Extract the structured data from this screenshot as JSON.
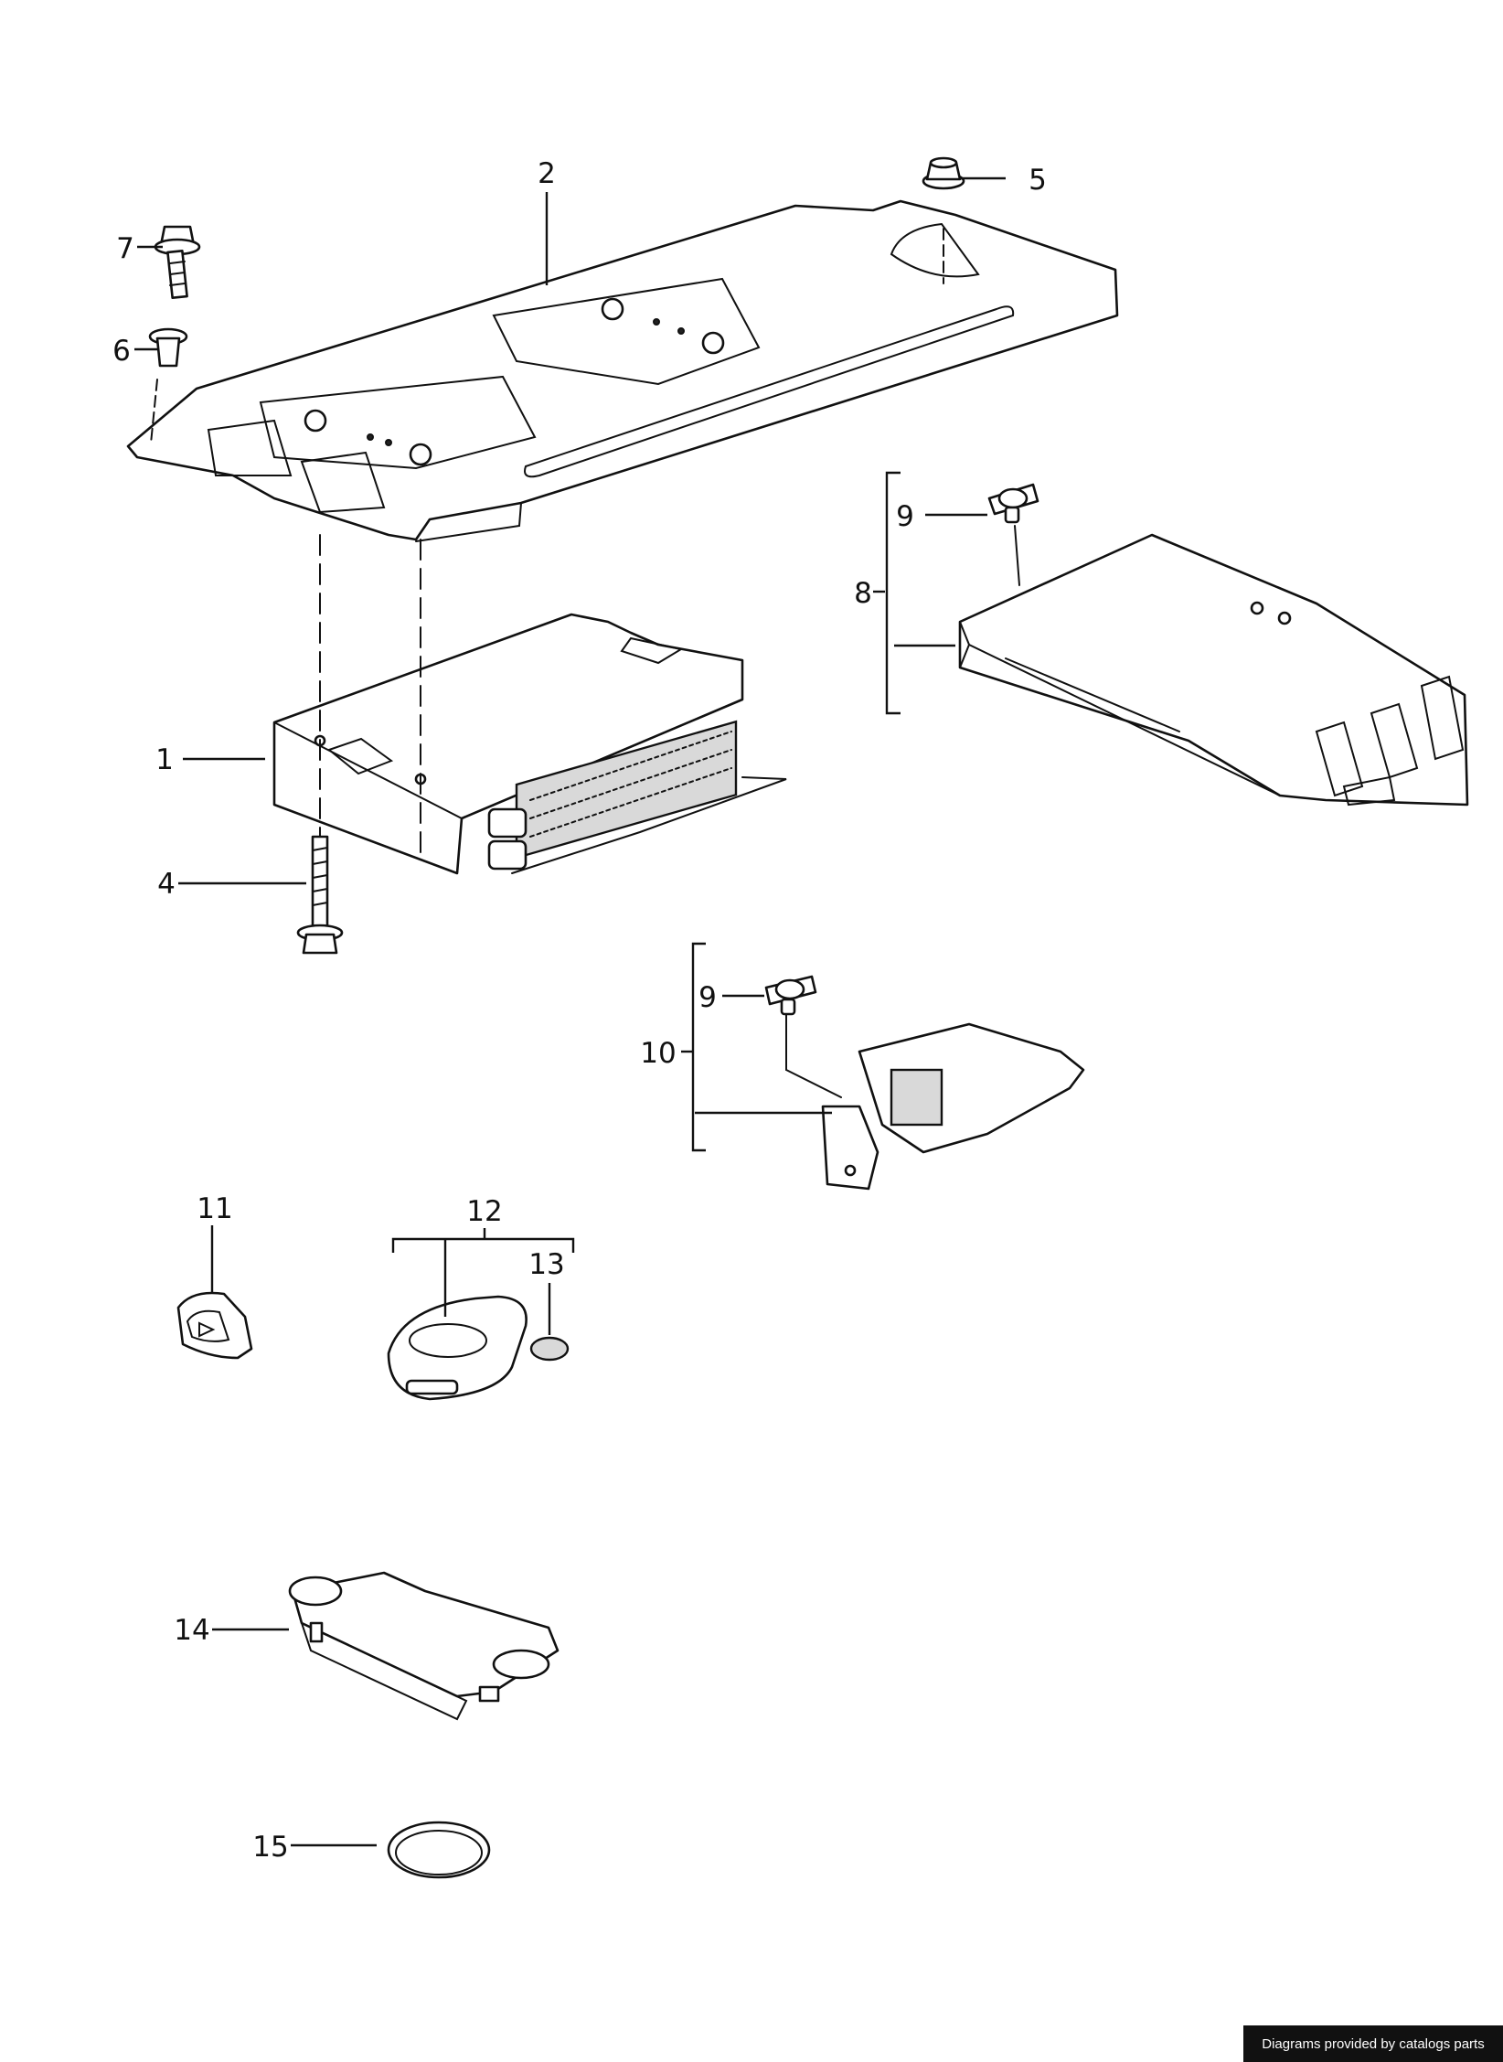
{
  "callouts": [
    "1",
    "2",
    "4",
    "5",
    "6",
    "7",
    "8",
    "9",
    "9",
    "10",
    "11",
    "12",
    "13",
    "14",
    "15"
  ],
  "credit": "Diagrams provided by catalogs parts",
  "colors": {
    "line": "#111111",
    "background": "#ffffff",
    "credit_bg": "#111111",
    "credit_text": "#ffffff"
  }
}
